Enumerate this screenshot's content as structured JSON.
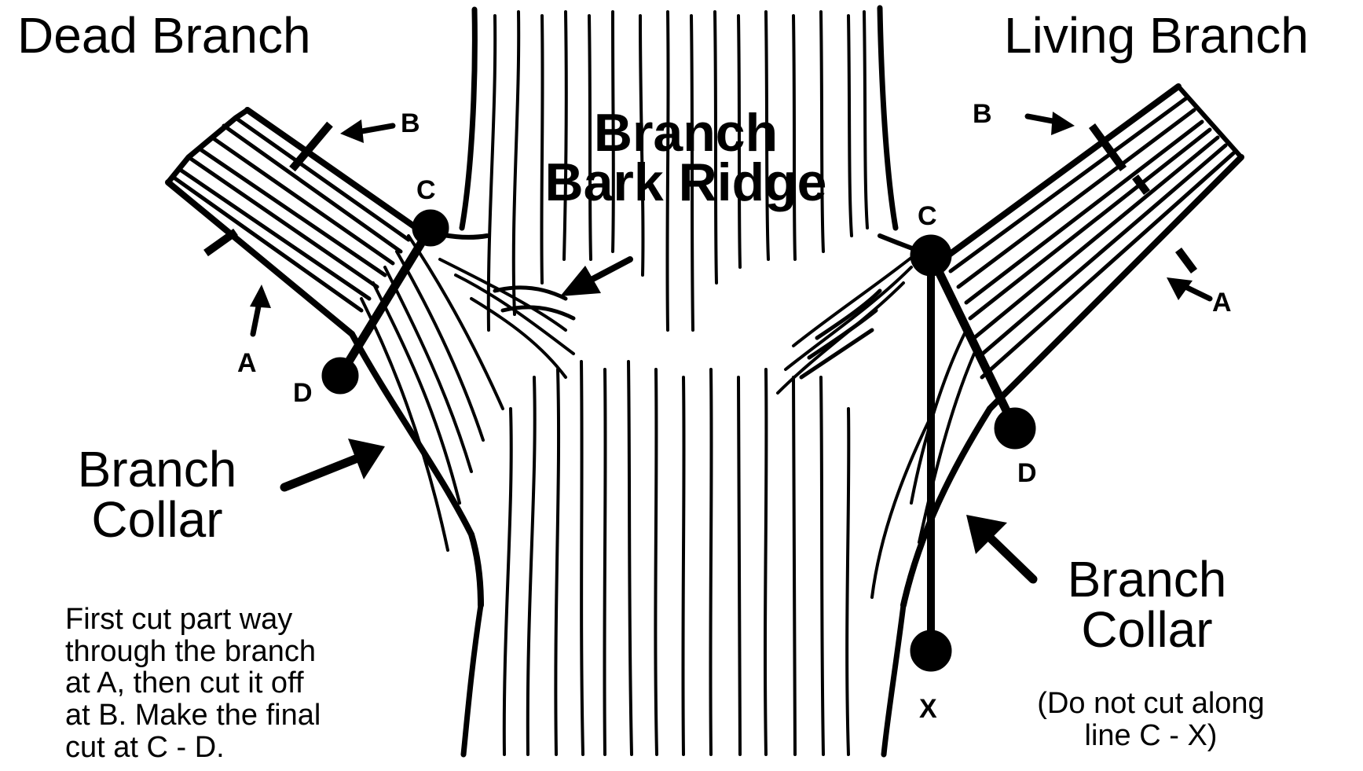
{
  "titles": {
    "dead": "Dead Branch",
    "living": "Living Branch"
  },
  "center": {
    "ridge_line1": "Branch",
    "ridge_line2": "Bark Ridge"
  },
  "dead_side": {
    "label_b": "B",
    "label_a": "A",
    "label_c": "C",
    "label_d": "D",
    "collar_line1": "Branch",
    "collar_line2": "Collar",
    "instructions": [
      "First cut part way",
      "through the branch",
      "at A, then cut it off",
      "at B. Make the final",
      "cut at C - D."
    ]
  },
  "living_side": {
    "label_b": "B",
    "label_a": "A",
    "label_c": "C",
    "label_d": "D",
    "label_x": "X",
    "collar_line1": "Branch",
    "collar_line2": "Collar",
    "warning_line1": "(Do not cut along",
    "warning_line2": "line C - X)"
  },
  "colors": {
    "ink": "#000000",
    "paper": "#ffffff"
  }
}
